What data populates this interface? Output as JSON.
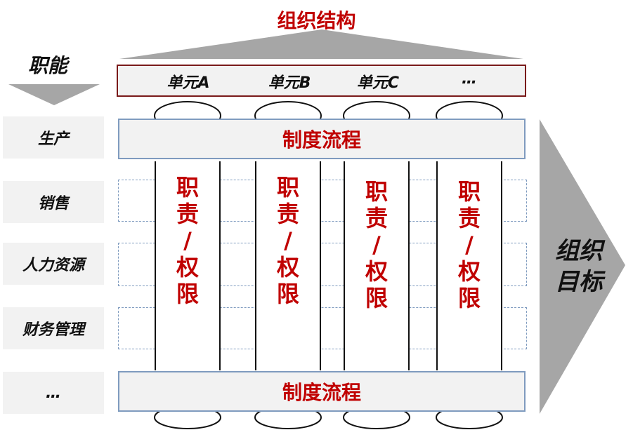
{
  "title": "组织结构",
  "function_header": "职能",
  "units": [
    "单元A",
    "单元B",
    "单元C",
    "…"
  ],
  "functions": [
    "生产",
    "销售",
    "人力资源",
    "财务管理",
    "…"
  ],
  "process_label": "制度流程",
  "pillar_chars": [
    "职",
    "责",
    "/",
    "权",
    "限"
  ],
  "goal_lines": [
    "组织",
    "目标"
  ],
  "colors": {
    "red": "#c00000",
    "gray_fill": "#f2f2f2",
    "blue_border": "#7f9bbf",
    "dark_red_border": "#7a1a1a",
    "arrow_gray": "#a6a6a6"
  }
}
